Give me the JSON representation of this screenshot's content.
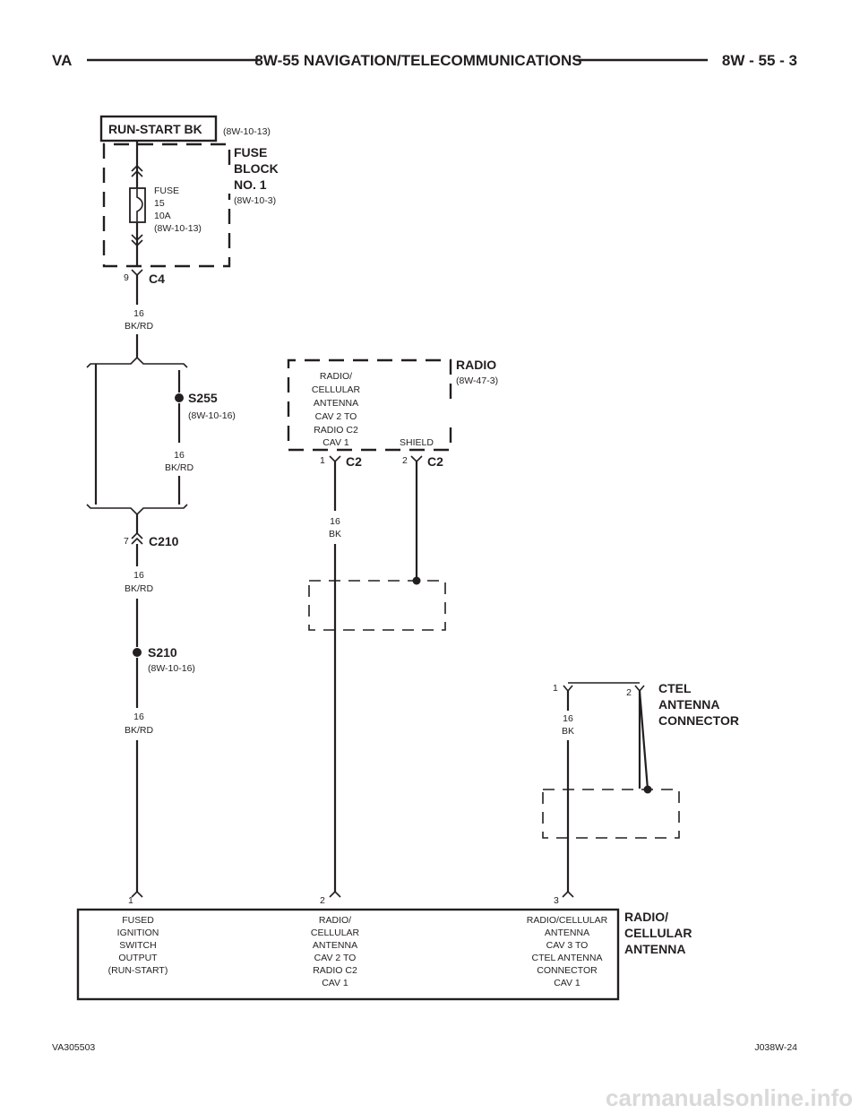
{
  "header": {
    "left": "VA",
    "title": "8W-55 NAVIGATION/TELECOMMUNICATIONS",
    "right": "8W - 55 - 3"
  },
  "footer": {
    "left": "VA305503",
    "right": "J038W-24"
  },
  "power": {
    "label": "RUN-START BK",
    "ref": "(8W-10-13)"
  },
  "fuse_block": {
    "title_lines": [
      "FUSE",
      "BLOCK",
      "NO. 1"
    ],
    "ref": "(8W-10-3)",
    "fuse_lines": [
      "FUSE",
      "15",
      "10A",
      "(8W-10-13)"
    ],
    "connector": "C4",
    "pin": "9"
  },
  "wires": {
    "w1": [
      "16",
      "BK/RD"
    ],
    "w2": [
      "16",
      "BK/RD"
    ],
    "w3": [
      "16",
      "BK/RD"
    ],
    "w4": [
      "16",
      "BK/RD"
    ],
    "w5": [
      "16",
      "BK"
    ],
    "w6": [
      "16",
      "BK"
    ]
  },
  "splice_s255": {
    "name": "S255",
    "ref": "(8W-10-16)"
  },
  "connector_c210": {
    "name": "C210",
    "pin": "7"
  },
  "splice_s210": {
    "name": "S210",
    "ref": "(8W-10-16)"
  },
  "radio": {
    "title": "RADIO",
    "ref": "(8W-47-3)",
    "circuit_lines": [
      "RADIO/",
      "CELLULAR",
      "ANTENNA",
      "CAV 2 TO",
      "RADIO C2",
      "CAV 1"
    ],
    "shield": "SHIELD",
    "pin1": "1",
    "conn1": "C2",
    "pin2": "2",
    "conn2": "C2"
  },
  "ctel": {
    "title_lines": [
      "CTEL",
      "ANTENNA",
      "CONNECTOR"
    ],
    "pin1": "1",
    "pin2": "2"
  },
  "antenna": {
    "title_lines": [
      "RADIO/",
      "CELLULAR",
      "ANTENNA"
    ],
    "pins": [
      "1",
      "2",
      "3"
    ],
    "label1": [
      "FUSED",
      "IGNITION",
      "SWITCH",
      "OUTPUT",
      "(RUN-START)"
    ],
    "label2": [
      "RADIO/",
      "CELLULAR",
      "ANTENNA",
      "CAV 2 TO",
      "RADIO C2",
      "CAV 1"
    ],
    "label3": [
      "RADIO/CELLULAR",
      "ANTENNA",
      "CAV 3 TO",
      "CTEL ANTENNA",
      "CONNECTOR",
      "CAV 1"
    ]
  },
  "watermark": "carmanualsonline.info"
}
